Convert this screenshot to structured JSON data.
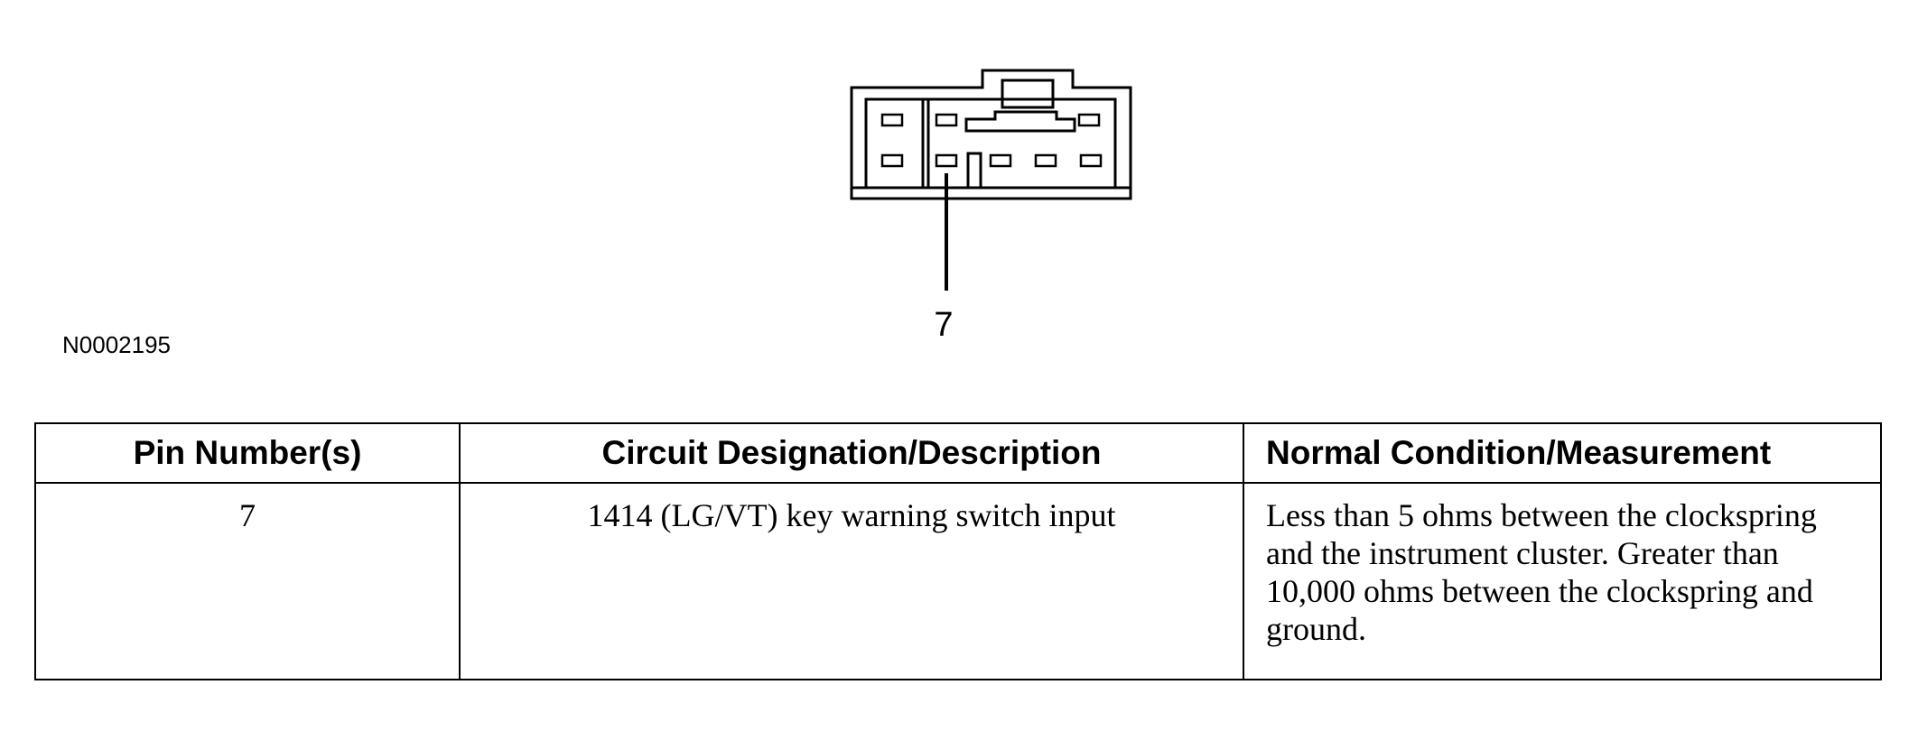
{
  "diagram": {
    "figure_id": "N0002195",
    "callout_label": "7"
  },
  "table": {
    "headers": [
      "Pin Number(s)",
      "Circuit Designation/Description",
      "Normal Condition/Measurement"
    ],
    "rows": [
      {
        "pin": "7",
        "circuit": "1414 (LG/VT) key warning switch input",
        "measurement": "Less than 5 ohms between the clockspring and the instrument cluster. Greater than 10,000 ohms between the clockspring and ground."
      }
    ]
  }
}
